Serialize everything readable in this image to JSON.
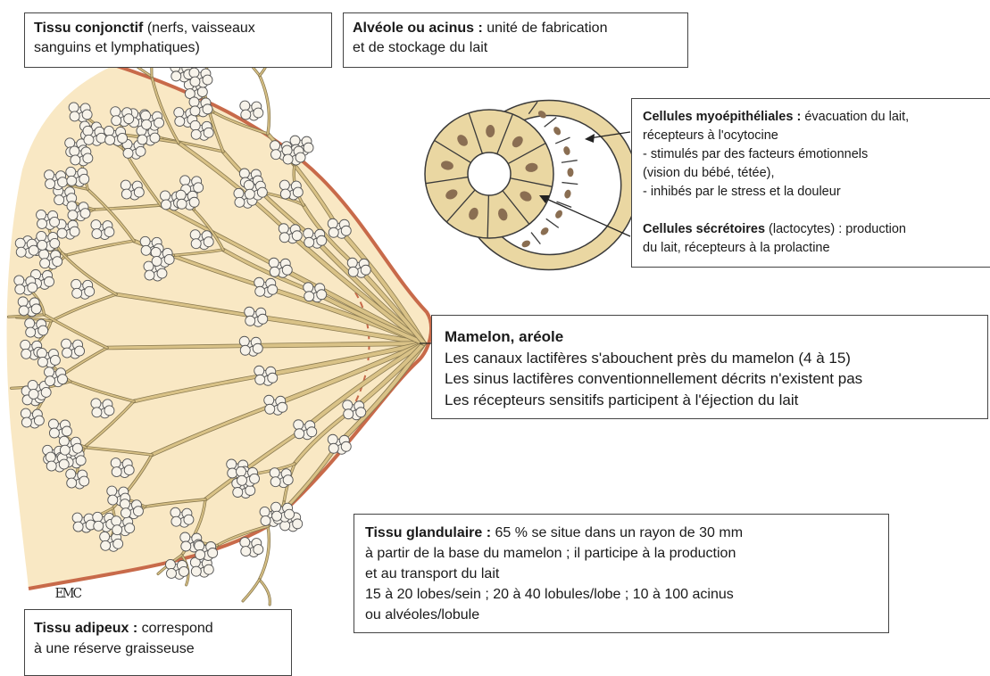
{
  "labels": {
    "tissu_conjonctif": {
      "title": "Tissu conjonctif",
      "line1_rest": " (nerfs, vaisseaux",
      "line2": "sanguins et lymphatiques)"
    },
    "alveole": {
      "title": "Alvéole ou acinus :",
      "line1_rest": " unité de fabrication",
      "line2": "et de stockage du lait"
    },
    "cellules": {
      "myo_title": "Cellules myoépithéliales :",
      "myo_rest": " évacuation du lait,",
      "myo_l2": "récepteurs à l'ocytocine",
      "myo_l3": "- stimulés par des facteurs émotionnels",
      "myo_l4": "(vision du bébé, tétée),",
      "myo_l5": "- inhibés par le stress et la douleur",
      "sec_title": "Cellules sécrétoires",
      "sec_rest": " (lactocytes) : production",
      "sec_l2": "du lait, récepteurs à la prolactine"
    },
    "mamelon": {
      "title": "Mamelon, aréole",
      "l1": "Les canaux lactifères s'abouchent près du mamelon (4 à 15)",
      "l2": "Les sinus lactifères conventionnellement décrits n'existent pas",
      "l3": "Les récepteurs sensitifs participent à l'éjection du lait"
    },
    "glandulaire": {
      "title": "Tissu glandulaire :",
      "l1_rest": " 65 % se situe dans un rayon de 30 mm",
      "l2": "à partir de la base du mamelon ; il participe à la production",
      "l3": "et au transport du lait",
      "l4": "15 à 20 lobes/sein ; 20 à 40 lobules/lobe ; 10 à 100 acinus",
      "l5": "ou alvéoles/lobule"
    },
    "adipeux": {
      "title": "Tissu adipeux :",
      "l1_rest": " correspond",
      "l2": "à une réserve graisseuse"
    }
  },
  "logo": "EMC",
  "colors": {
    "breast_fill": "#f9e8c4",
    "skin_outline": "#c86a4a",
    "duct": "#d9c287",
    "duct_edge": "#8a7a50",
    "alveolus": "#f7f3ea",
    "cell_fill": "#ead7a2",
    "nucleus": "#8a6e52"
  }
}
